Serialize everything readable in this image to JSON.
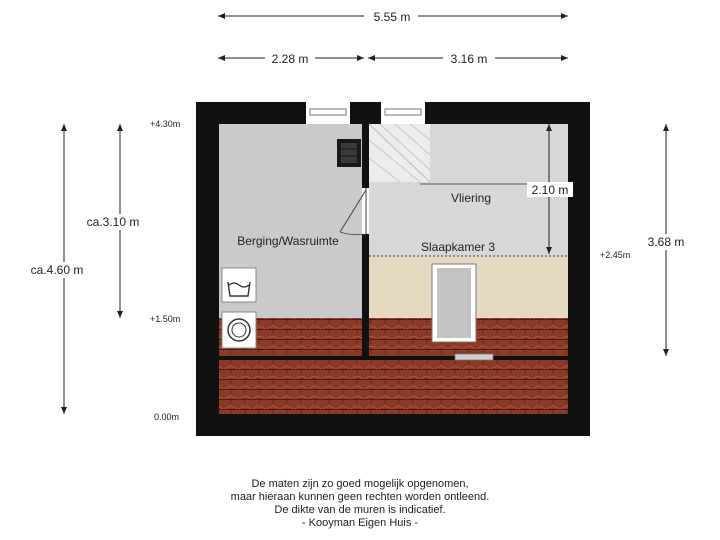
{
  "dimensions": {
    "total_width": "5.55 m",
    "left_width": "2.28 m",
    "right_width": "3.16 m",
    "left_height": "ca.4.60 m",
    "inner_height": "ca.3.10 m",
    "right_height": "3.68 m",
    "vliering_height": "2.10 m"
  },
  "levels": {
    "top": "+4.30m",
    "mid": "+1.50m",
    "floor": "0.00m",
    "right": "+2.45m"
  },
  "rooms": {
    "berging": "Berging/Wasruimte",
    "vliering": "Vliering",
    "slaapkamer": "Slaapkamer 3"
  },
  "icons": {
    "washer": "wash-basin-icon",
    "dryer": "washing-machine-icon"
  },
  "colors": {
    "wall": "#111111",
    "berging_floor": "#c9cacb",
    "vliering_floor": "#d6d7d8",
    "slaapkamer_floor": "#e6d9c2",
    "roof_tile": "#8a3a26"
  },
  "footer": {
    "line1": "De maten zijn zo goed mogelijk opgenomen,",
    "line2": "maar hieraan kunnen geen rechten worden ontleend.",
    "line3": "De dikte van de muren is indicatief.",
    "line4": "- Kooyman Eigen Huis -"
  }
}
